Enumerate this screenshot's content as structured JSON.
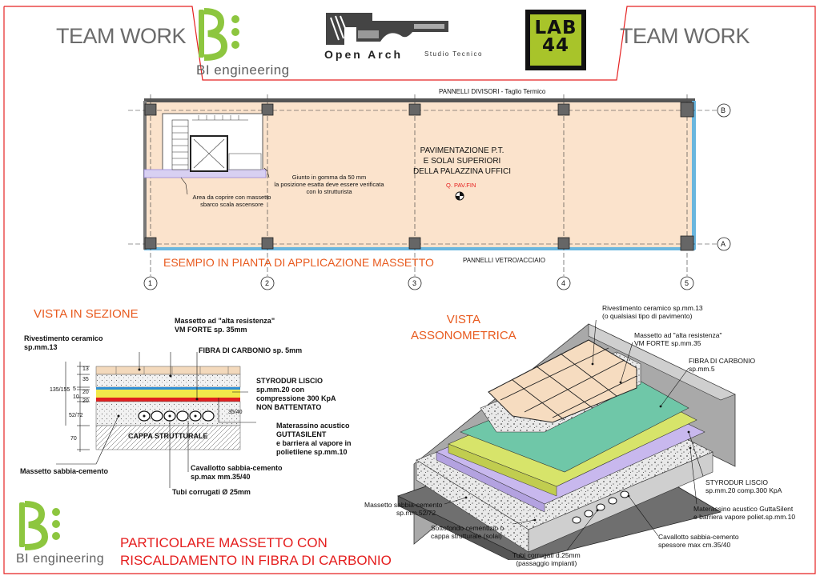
{
  "header": {
    "team_work_left": "TEAM WORK",
    "team_work_right": "TEAM WORK",
    "bi_engineering": "BI engineering",
    "open_arch": "Open Arch",
    "studio_tecnico": "Studio Tecnico",
    "lab_line1": "LAB",
    "lab_line2": "44"
  },
  "plan": {
    "top_label": "PANNELLI DIVISORI - Taglio Termico",
    "bottom_label": "PANNELLI VETRO/ACCIAIO",
    "center_title": [
      "PAVIMENTAZIONE P.T.",
      "E SOLAI SUPERIORI",
      "DELLA PALAZZINA UFFICI"
    ],
    "level_label": "Q. PAV.FIN",
    "note_joint": [
      "Giunto in gomma da 50 mm",
      "la posizione esatta deve essere verificata",
      "con lo strutturista"
    ],
    "note_area": [
      "Area da coprire con massetto",
      "sbarco scala ascensore"
    ],
    "example_title": "ESEMPIO IN PIANTA DI APPLICAZIONE MASSETTO",
    "grid_cols": [
      "1",
      "2",
      "3",
      "4",
      "5"
    ],
    "grid_rows": [
      "B",
      "A"
    ]
  },
  "section": {
    "title": "VISTA IN SEZIONE",
    "rivestimento": [
      "Rivestimento ceramico",
      "sp.mm.13"
    ],
    "massetto_alta": [
      "Massetto ad \"alta resistenza\"",
      "VM FORTE sp. 35mm"
    ],
    "fibra": "FIBRA DI CARBONIO sp. 5mm",
    "styrodur": [
      "STYRODUR LISCIO",
      "sp.mm.20 con",
      "compressione 300 KpA",
      "NON BATTENTATO"
    ],
    "materassino": [
      "Materassino acustico",
      "GUTTASILENT",
      "e barriera al vapore in",
      "polietilene sp.mm.10"
    ],
    "cappa": "CAPPA STRUTTURALE",
    "massetto_sabbia": "Massetto sabbia-cemento",
    "cavallotto": [
      "Cavallotto sabbia-cemento",
      "sp.max mm.35/40"
    ],
    "tubi": "Tubi corrugati Ø 25mm",
    "dims": [
      "13",
      "35",
      "20",
      "5",
      "10",
      "20",
      "52/72",
      "70",
      "135/155",
      "35/40"
    ]
  },
  "axo": {
    "title": [
      "VISTA",
      "ASSONOMETRICA"
    ],
    "rivestimento": [
      "Rivestimento ceramico sp.mm.13",
      "(o qualsiasi tipo di pavimento)"
    ],
    "massetto_alta": [
      "Massetto ad \"alta resistenza\"",
      "VM FORTE sp.mm.35"
    ],
    "fibra": [
      "FIBRA DI CARBONIO",
      "sp.mm.5"
    ],
    "styrodur": [
      "STYRODUR LISCIO",
      "sp.mm.20 comp.300 KpA"
    ],
    "materassino": [
      "Materassino acustico GuttaSilent",
      "e barriera vapore poliet.sp.mm.10"
    ],
    "cavallotto": [
      "Cavallotto sabbia-cemento",
      "spessore max cm.35/40"
    ],
    "tubi": [
      "Tubi corrugati d.25mm",
      "(passaggio impianti)"
    ],
    "sottofondo": [
      "Sottofondo cementizio o",
      "cappa strutturale (solai)"
    ],
    "massetto_sabbia": [
      "Massetto sabbia-cemento",
      "sp.mm.52/72"
    ]
  },
  "footer": {
    "bi_engineering": "BI engineering",
    "title": [
      "PARTICOLARE MASSETTO CON",
      "RISCALDAMENTO IN FIBRA DI CARBONIO"
    ]
  },
  "colors": {
    "frame": "#e52222",
    "brand_green": "#8dc63f",
    "floor_fill": "#fbe3cc",
    "carbon_green": "#6fc7a8",
    "styrodur": "#d7e46a",
    "materassino": "#c8b8ee",
    "red_layer": "#e02020",
    "blue_layer": "#2e8fd6"
  }
}
